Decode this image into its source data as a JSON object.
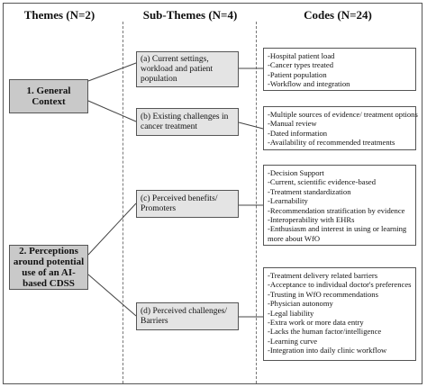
{
  "headers": {
    "themes": "Themes (N=2)",
    "subthemes": "Sub-Themes (N=4)",
    "codes": "Codes (N=24)"
  },
  "themes": [
    {
      "label": "1. General Context"
    },
    {
      "label": "2. Perceptions around potential use of an AI-based CDSS"
    }
  ],
  "subthemes": [
    {
      "label": "(a) Current settings, workload and patient population"
    },
    {
      "label": "(b) Existing challenges in cancer treatment"
    },
    {
      "label": "(c) Perceived benefits/ Promoters"
    },
    {
      "label": "(d) Perceived challenges/ Barriers"
    }
  ],
  "codes": [
    {
      "items": [
        "-Hospital patient load",
        "-Cancer types treated",
        "-Patient population",
        "-Workflow and integration"
      ]
    },
    {
      "items": [
        "-Multiple sources of evidence/ treatment options",
        "-Manual review",
        "-Dated information",
        "-Availability of recommended treatments"
      ]
    },
    {
      "items": [
        "-Decision Support",
        "-Current, scientific evidence-based",
        "-Treatment standardization",
        "-Learnability",
        "-Recommendation stratification by evidence",
        "-Interoperability with EHRs",
        "-Enthusiasm and interest in using or learning",
        "more about WfO"
      ]
    },
    {
      "items": [
        "-Treatment delivery related barriers",
        "-Acceptance to individual doctor's preferences",
        "-Trusting in WfO recommendations",
        "-Physician autonomy",
        "-Legal liability",
        "-Extra work or more data entry",
        "-Lacks the human factor/intelligence",
        "-Learning curve",
        "-Integration into daily clinic workflow"
      ]
    }
  ]
}
